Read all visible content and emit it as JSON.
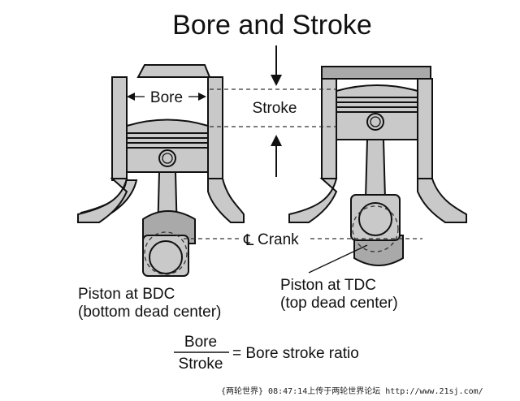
{
  "title": "Bore and Stroke",
  "labels": {
    "bore": "Bore",
    "stroke": "Stroke",
    "crank_symbol": "℄",
    "crank": "Crank",
    "bdc_line1": "Piston at BDC",
    "bdc_line2": "(bottom dead center)",
    "tdc_line1": "Piston at TDC",
    "tdc_line2": "(top dead center)"
  },
  "formula": {
    "numerator": "Bore",
    "denominator": "Stroke",
    "result": "= Bore stroke ratio"
  },
  "footer": "{两轮世界} 08:47:14上传于两轮世界论坛 http://www.21sj.com/"
}
